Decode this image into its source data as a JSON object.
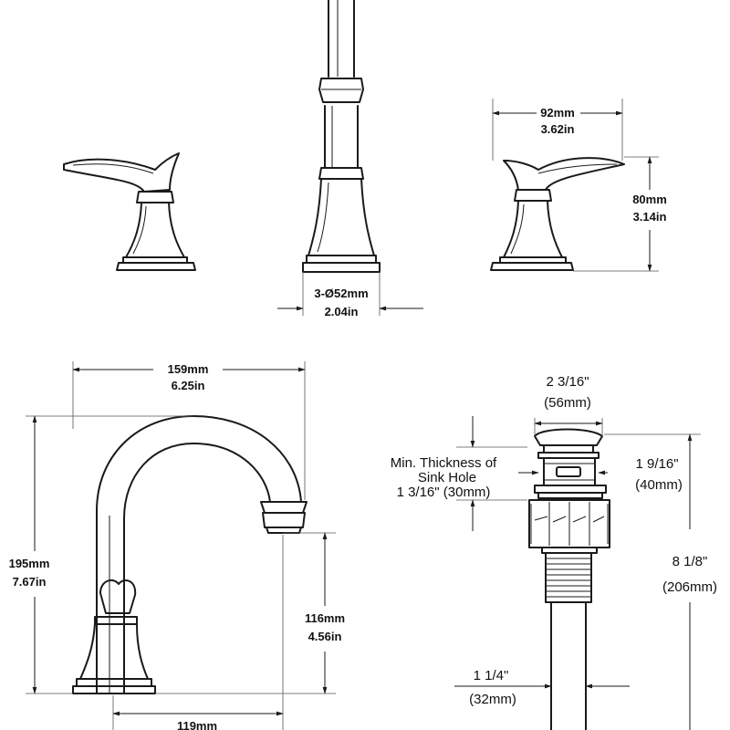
{
  "dimensions": {
    "handle_width": {
      "mm": "92mm",
      "in": "3.62in"
    },
    "handle_height": {
      "mm": "80mm",
      "in": "3.14in"
    },
    "base_diameter": {
      "mm": "3-Ø52mm",
      "in": "2.04in"
    },
    "spout_reach": {
      "mm": "159mm",
      "in": "6.25in"
    },
    "total_height": {
      "mm": "195mm",
      "in": "7.67in"
    },
    "spout_clearance": {
      "mm": "116mm",
      "in": "4.56in"
    },
    "base_spread": {
      "mm": "119mm"
    },
    "drain_top_width": {
      "in": "2 3/16\"",
      "mm": "(56mm)"
    },
    "drain_thread_width": {
      "in": "1 9/16\"",
      "mm": "(40mm)"
    },
    "drain_height": {
      "in": "8 1/8\"",
      "mm": "(206mm)"
    },
    "drain_tail_width": {
      "in": "1 1/4\"",
      "mm": "(32mm)"
    },
    "sink_hole": {
      "line1": "Min. Thickness of",
      "line2": "Sink Hole",
      "line3": "1 3/16\" (30mm)"
    }
  }
}
